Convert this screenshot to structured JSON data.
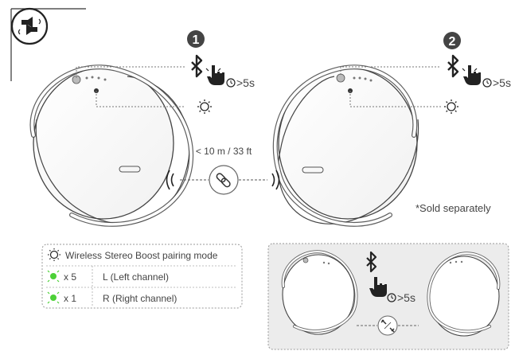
{
  "steps": [
    {
      "number": "1",
      "hold": ">5s"
    },
    {
      "number": "2",
      "hold": ">5s"
    }
  ],
  "distance_label": "< 10 m / 33 ft",
  "note": "*Sold separately",
  "legend": {
    "title": "Wireless Stereo Boost pairing mode",
    "rows": [
      {
        "count": "x 5",
        "channel": "L (Left channel)",
        "led_color": "#4cd137"
      },
      {
        "count": "x 1",
        "channel": "R (Right channel)",
        "led_color": "#4cd137"
      }
    ]
  },
  "disconnect_panel": {
    "hold": ">5s"
  },
  "icons": {
    "top_corner": "stereo-speakers-icon",
    "bluetooth": "bluetooth-icon",
    "press": "finger-press-icon",
    "timer": "clock-icon",
    "light": "light-sun-icon",
    "link": "link-icon",
    "unlink": "broken-link-icon"
  }
}
